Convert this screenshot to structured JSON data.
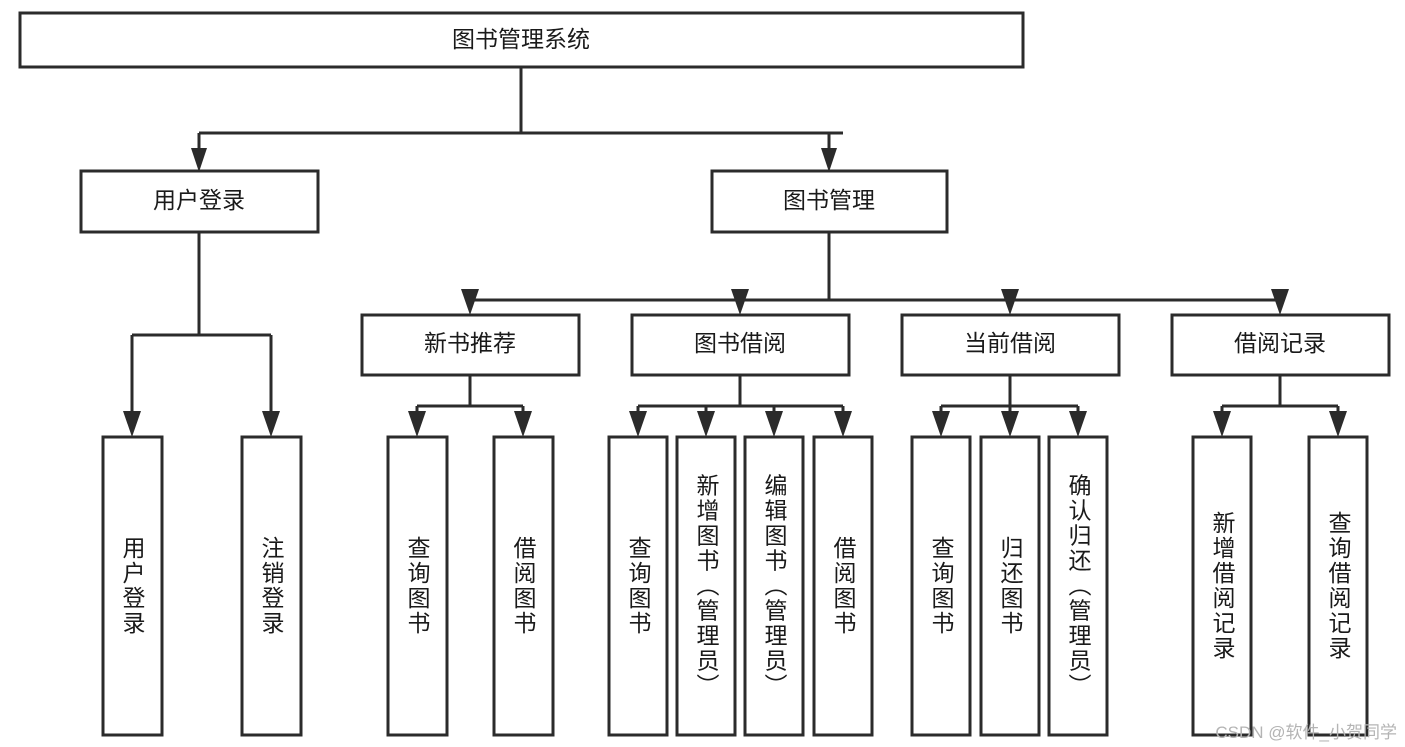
{
  "diagram": {
    "title": "图书管理系统",
    "watermark": "CSDN @软件_小贺同学",
    "colors": {
      "stroke": "#2b2b2b",
      "fill": "#ffffff",
      "text": "#1a1a1a",
      "watermark": "#b4b4b4",
      "background": "#ffffff"
    },
    "root": {
      "label": "图书管理系统"
    },
    "level1": [
      {
        "label": "用户登录"
      },
      {
        "label": "图书管理"
      }
    ],
    "level2": [
      {
        "label": "新书推荐"
      },
      {
        "label": "图书借阅"
      },
      {
        "label": "当前借阅"
      },
      {
        "label": "借阅记录"
      }
    ],
    "leaves": {
      "user_login": [
        {
          "label": "用户登录"
        },
        {
          "label": "注销登录"
        }
      ],
      "new_book_recommend": [
        {
          "label": "查询图书"
        },
        {
          "label": "借阅图书"
        }
      ],
      "book_borrow": [
        {
          "label": "查询图书"
        },
        {
          "label": "新增图书（管理员）"
        },
        {
          "label": "编辑图书（管理员）"
        },
        {
          "label": "借阅图书"
        }
      ],
      "current_borrow": [
        {
          "label": "查询图书"
        },
        {
          "label": "归还图书"
        },
        {
          "label": "确认归还（管理员）"
        }
      ],
      "borrow_record": [
        {
          "label": "新增借阅记录"
        },
        {
          "label": "查询借阅记录"
        }
      ]
    }
  }
}
